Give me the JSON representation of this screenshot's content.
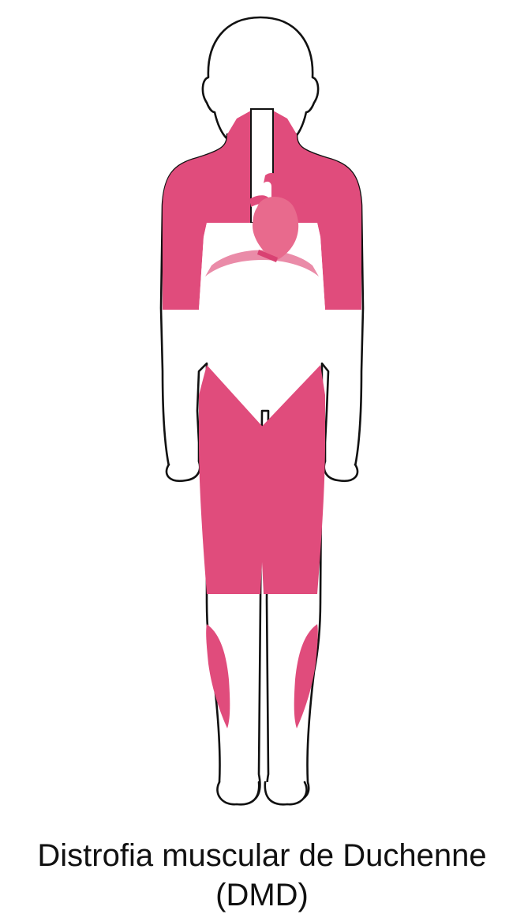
{
  "caption": {
    "line1": "Distrofia muscular de Duchenne",
    "line2": "(DMD)"
  },
  "colors": {
    "affected_muscle": "#e04c7c",
    "heart": "#e86a8d",
    "outline": "#111111",
    "background": "#ffffff"
  },
  "icons": {
    "body": "human-body-front-outline",
    "heart": "heart-organ-icon",
    "diaphragm": "diaphragm-band"
  }
}
